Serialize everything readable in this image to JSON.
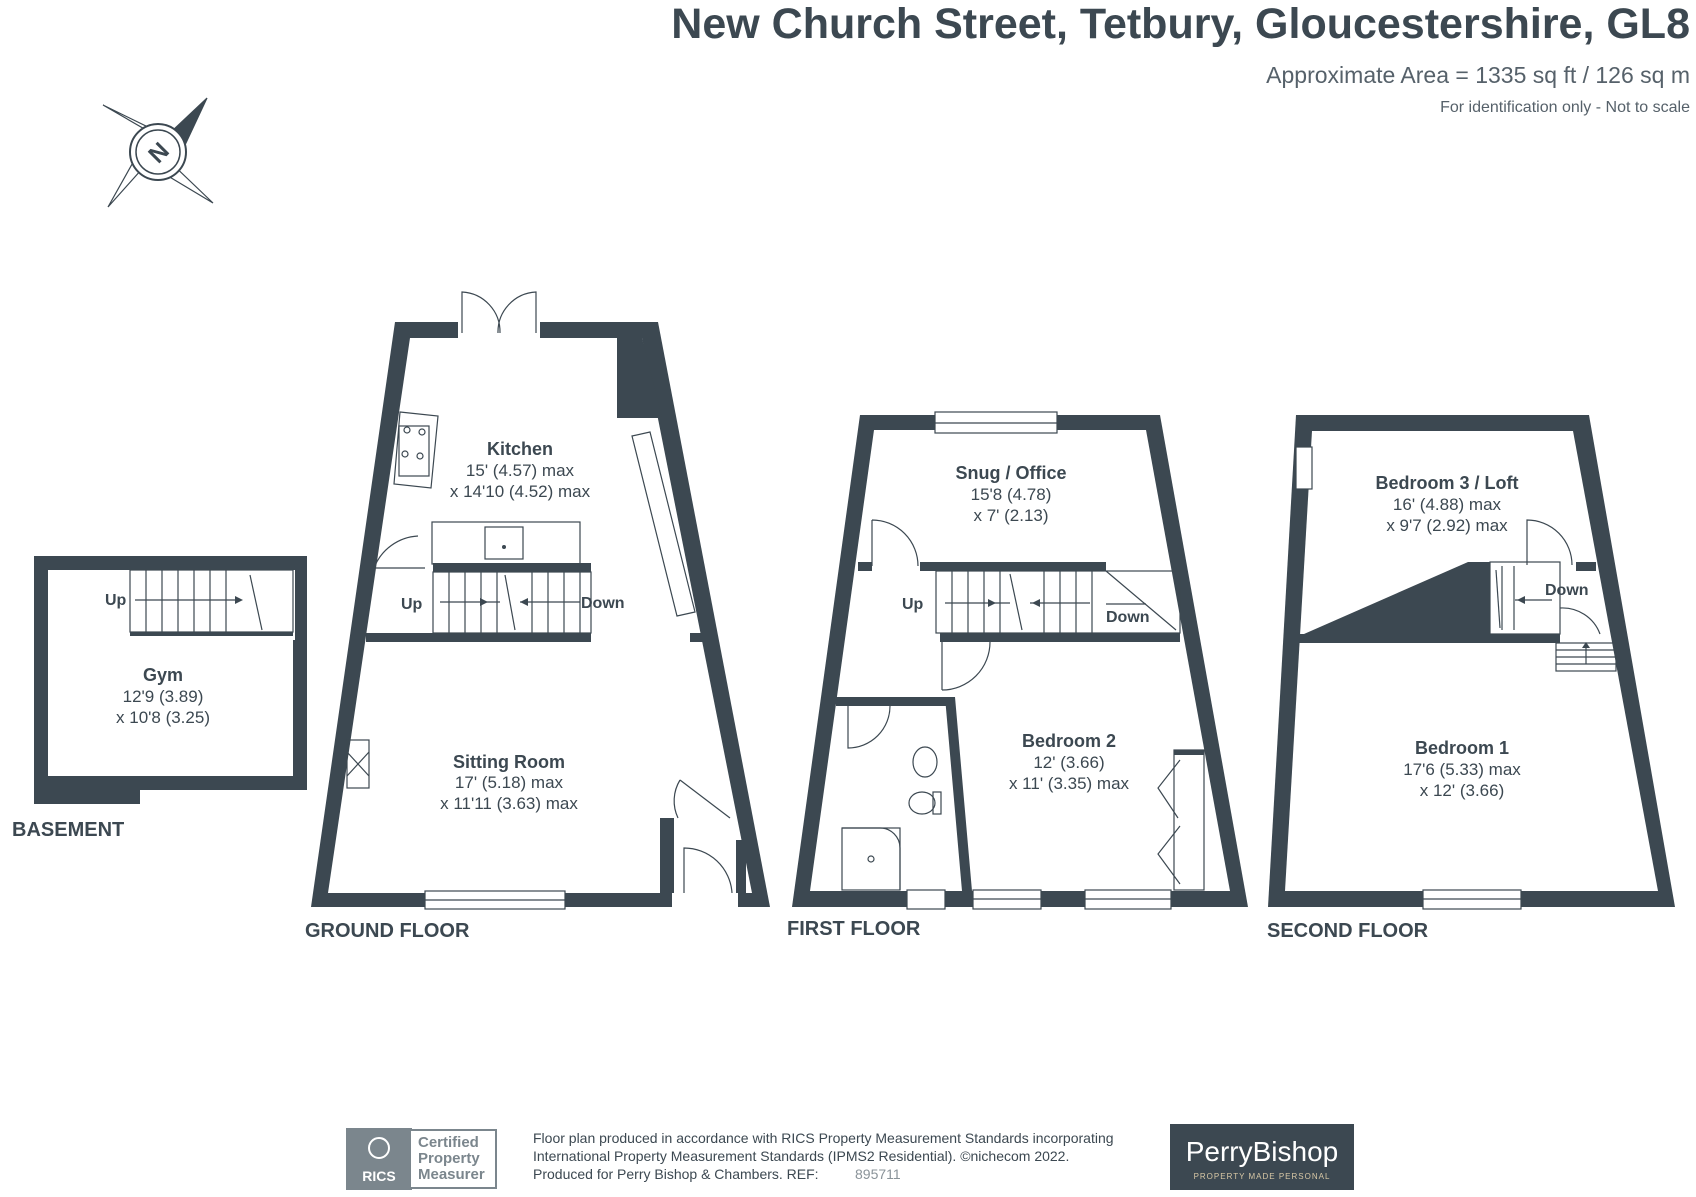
{
  "header": {
    "title": "New Church Street, Tetbury, Gloucestershire, GL8",
    "area": "Approximate Area = 1335 sq ft / 126 sq m",
    "note": "For identification only - Not to scale"
  },
  "compass": {
    "letter": "N"
  },
  "floors": {
    "basement": {
      "label": "BASEMENT",
      "stairs_up": "Up",
      "rooms": [
        {
          "name": "Gym",
          "dim1": "12'9 (3.89)",
          "dim2": "x 10'8 (3.25)"
        }
      ]
    },
    "ground": {
      "label": "GROUND FLOOR",
      "stairs_up": "Up",
      "stairs_down": "Down",
      "rooms": [
        {
          "name": "Kitchen",
          "dim1": "15' (4.57) max",
          "dim2": "x 14'10 (4.52) max"
        },
        {
          "name": "Sitting Room",
          "dim1": "17' (5.18) max",
          "dim2": "x 11'11 (3.63) max"
        }
      ]
    },
    "first": {
      "label": "FIRST FLOOR",
      "stairs_up": "Up",
      "stairs_down": "Down",
      "rooms": [
        {
          "name": "Snug / Office",
          "dim1": "15'8 (4.78)",
          "dim2": "x 7' (2.13)"
        },
        {
          "name": "Bedroom 2",
          "dim1": "12' (3.66)",
          "dim2": "x 11' (3.35) max"
        }
      ]
    },
    "second": {
      "label": "SECOND FLOOR",
      "stairs_down": "Down",
      "rooms": [
        {
          "name": "Bedroom 3 / Loft",
          "dim1": "16' (4.88) max",
          "dim2": "x 9'7 (2.92) max"
        },
        {
          "name": "Bedroom 1",
          "dim1": "17'6 (5.33) max",
          "dim2": "x 12' (3.66)"
        }
      ]
    }
  },
  "footer": {
    "rics_logo_text": "RICS",
    "badge_lines": [
      "Certified",
      "Property",
      "Measurer"
    ],
    "line1": "Floor plan produced in accordance with RICS Property Measurement Standards incorporating",
    "line2": "International Property Measurement Standards (IPMS2 Residential).   ©nichecom 2022.",
    "line3": "Produced for Perry Bishop & Chambers.   REF:",
    "ref": "895711",
    "brand": "PerryBishop",
    "tagline": "PROPERTY MADE PERSONAL"
  },
  "colors": {
    "wall": "#3c4851",
    "text": "#3c4851",
    "brand_bg": "#3c4851",
    "rics_bg": "#7b868d"
  }
}
